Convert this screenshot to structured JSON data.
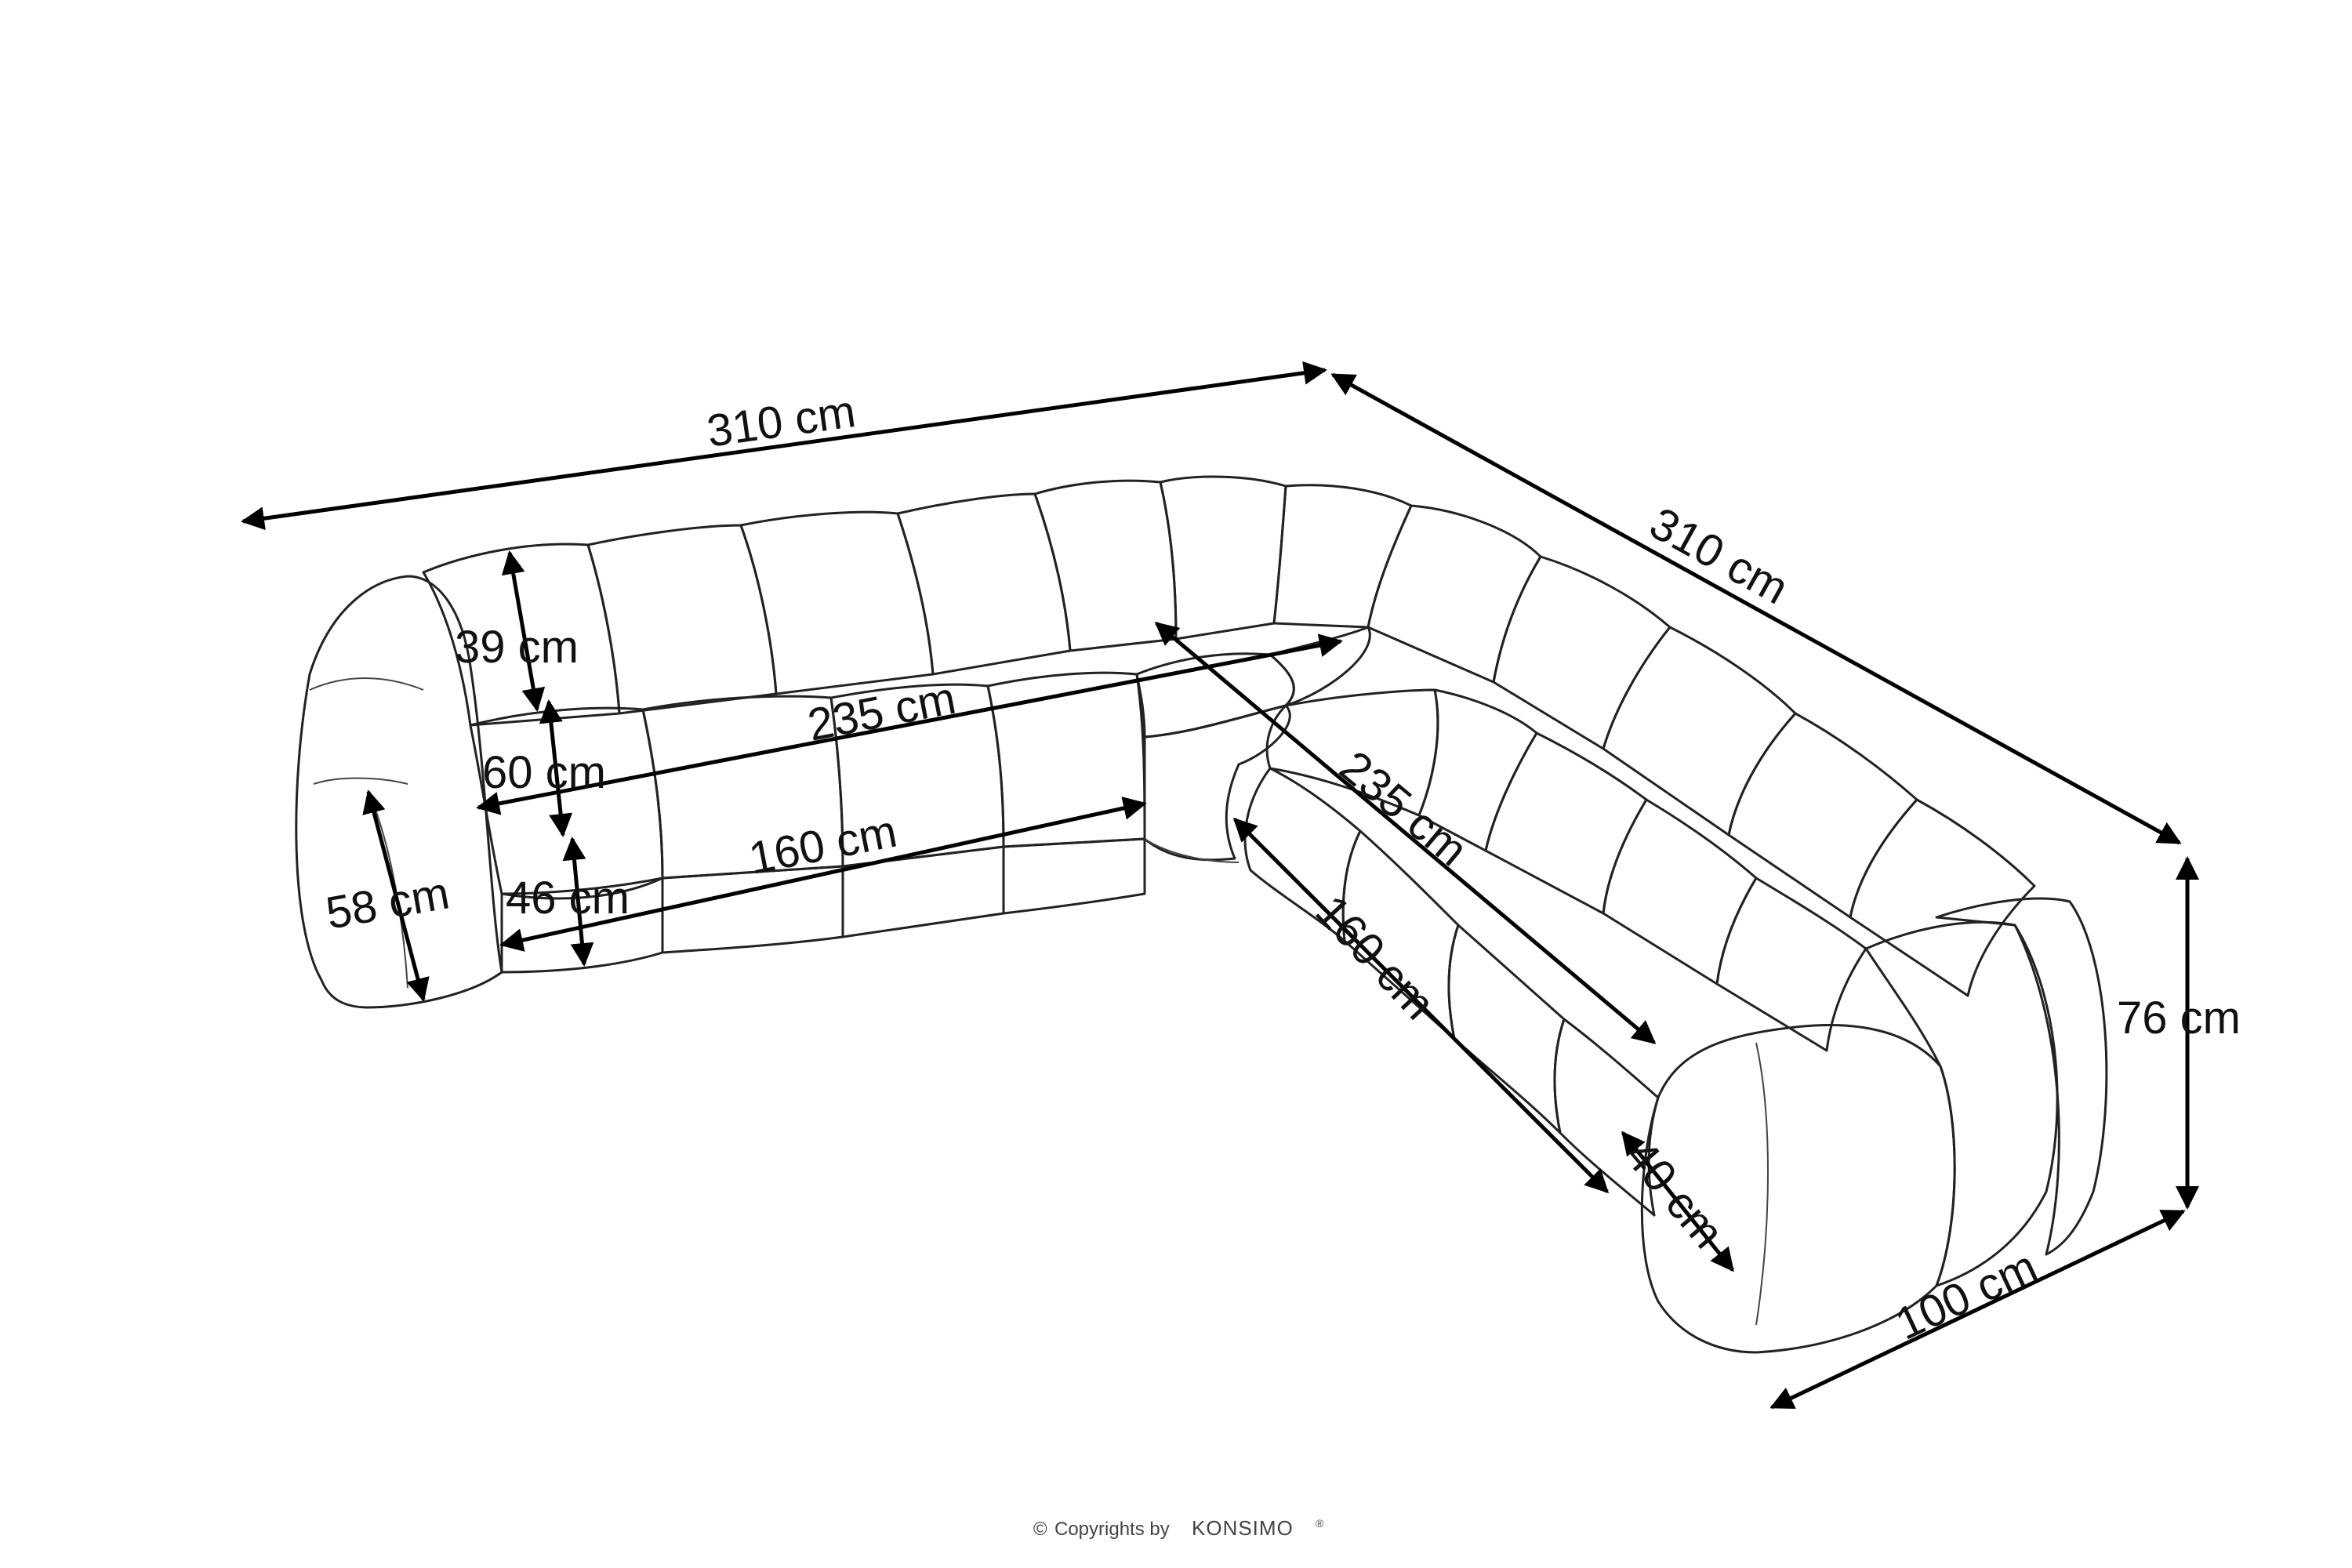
{
  "dimensions": {
    "back_left_width": "310 cm",
    "back_right_width": "310 cm",
    "height": "76 cm",
    "depth": "100 cm",
    "backrest_height": "39 cm",
    "seat_depth_left": "60 cm",
    "seat_height": "46 cm",
    "armrest_height": "58 cm",
    "seat_width_left": "235 cm",
    "seat_width_right": "235 cm",
    "front_width_left": "160 cm",
    "front_width_right": "160 cm",
    "armrest_width": "40 cm"
  },
  "footer": {
    "copyright": "Copyrights by",
    "brand": "KONSIMO",
    "copyright_symbol": "©",
    "registered_symbol": "®"
  }
}
